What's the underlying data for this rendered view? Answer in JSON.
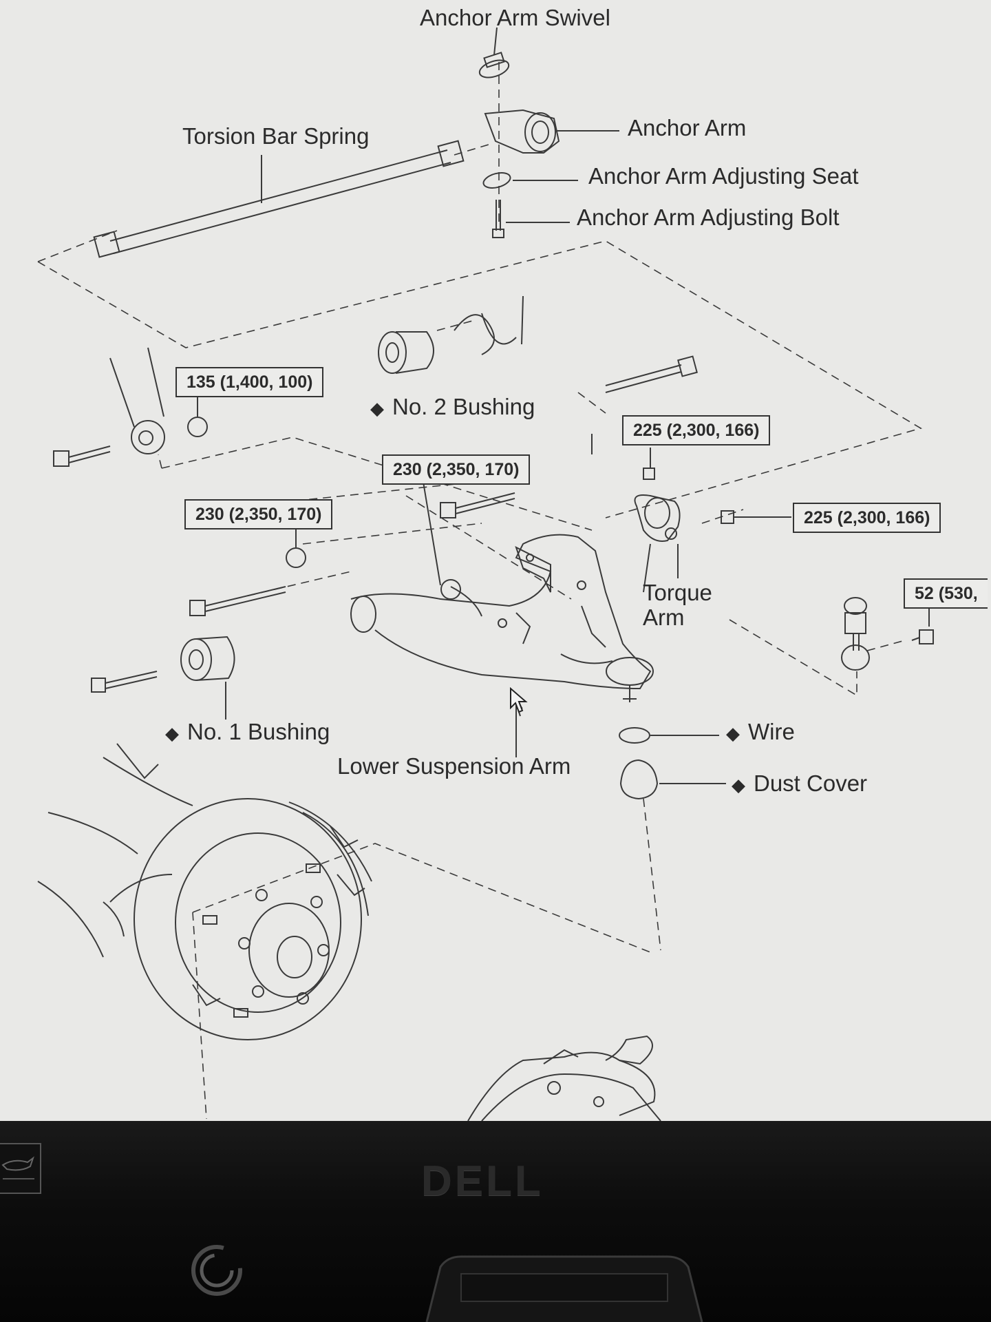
{
  "labels": {
    "anchor_arm_swivel": "Anchor Arm Swivel",
    "anchor_arm": "Anchor Arm",
    "anchor_arm_adjusting_seat": "Anchor Arm Adjusting Seat",
    "anchor_arm_adjusting_bolt": "Anchor Arm Adjusting Bolt",
    "torsion_bar_spring": "Torsion Bar Spring",
    "no2_bushing": "No. 2 Bushing",
    "no1_bushing": "No. 1 Bushing",
    "torque_arm": "Torque Arm",
    "lower_suspension_arm": "Lower Suspension Arm",
    "wire": "Wire",
    "dust_cover": "Dust Cover",
    "diamond": "◆"
  },
  "torque_specs": {
    "spec_135": "135 (1,400, 100)",
    "spec_230_a": "230 (2,350, 170)",
    "spec_230_b": "230 (2,350, 170)",
    "spec_225_a": "225 (2,300, 166)",
    "spec_225_b": "225 (2,300, 166)",
    "spec_52": "52 (530,"
  },
  "monitor": {
    "brand": "DELL"
  },
  "icons": {
    "energy_star": "energy-star-icon",
    "power": "power-icon"
  },
  "colors": {
    "screen_bg": "#e9e9e7",
    "line": "#3a3a3a",
    "bezel": "#0d0d0d"
  }
}
